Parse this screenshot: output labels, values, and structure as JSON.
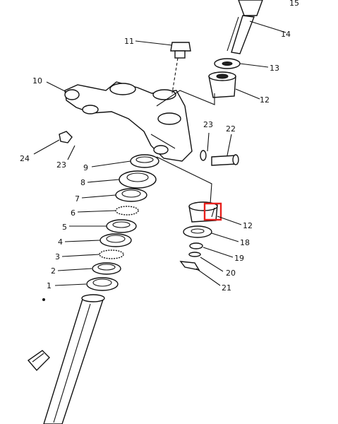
{
  "diagram": {
    "labels": {
      "p1": "1",
      "p2": "2",
      "p3": "3",
      "p4": "4",
      "p5": "5",
      "p6": "6",
      "p7": "7",
      "p8": "8",
      "p9": "9",
      "p10": "10",
      "p11": "11",
      "p12a": "12",
      "p12b": "12",
      "p13": "13",
      "p14": "14",
      "p15": "15",
      "p18": "18",
      "p19": "19",
      "p20": "20",
      "p21": "21",
      "p22": "22",
      "p23a": "23",
      "p23b": "23",
      "p24": "24"
    },
    "highlight_color": "#e8201c"
  }
}
